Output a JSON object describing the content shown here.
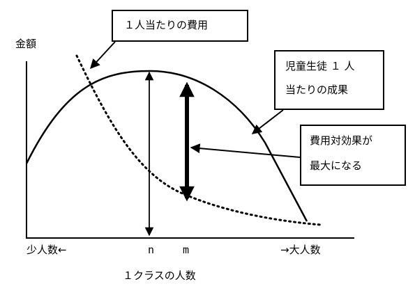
{
  "labels": {
    "y_axis": "金額",
    "x_left": "少人数←",
    "x_right": "→大人数",
    "x_axis_title": "１クラスの人数",
    "tick_n": "n",
    "tick_m": "m"
  },
  "callouts": {
    "cost_per_person": "１人当たりの費用",
    "outcome_line1": "児童生徒 １ 人",
    "outcome_line2": "当たりの成果",
    "effect_line1": "費用対効果が",
    "effect_line2": "最大になる"
  },
  "colors": {
    "ink": "#000000",
    "paper": "#ffffff"
  }
}
